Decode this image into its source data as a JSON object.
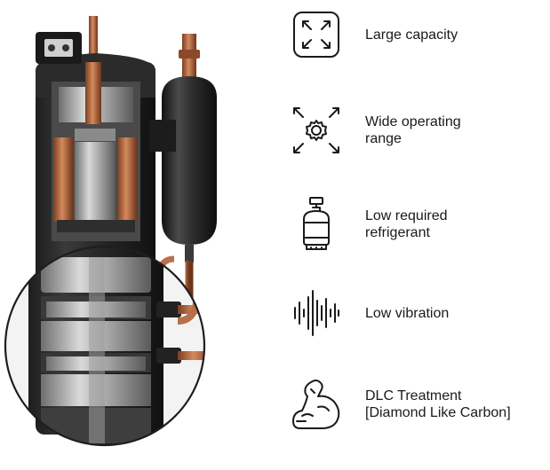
{
  "features": [
    {
      "icon": "expand-arrows-icon",
      "label": "Large capacity"
    },
    {
      "icon": "gear-arrows-icon",
      "label": "Wide operating\nrange"
    },
    {
      "icon": "refrigerant-cylinder-icon",
      "label": "Low required\nrefrigerant"
    },
    {
      "icon": "sound-wave-icon",
      "label": "Low vibration"
    },
    {
      "icon": "flexed-arm-icon",
      "label": "DLC Treatment\n[Diamond Like Carbon]"
    }
  ],
  "colors": {
    "text": "#1a1a1a",
    "icon_stroke": "#1a1a1a",
    "copper": "#b8704a",
    "accumulator": "#2a2a2a"
  }
}
